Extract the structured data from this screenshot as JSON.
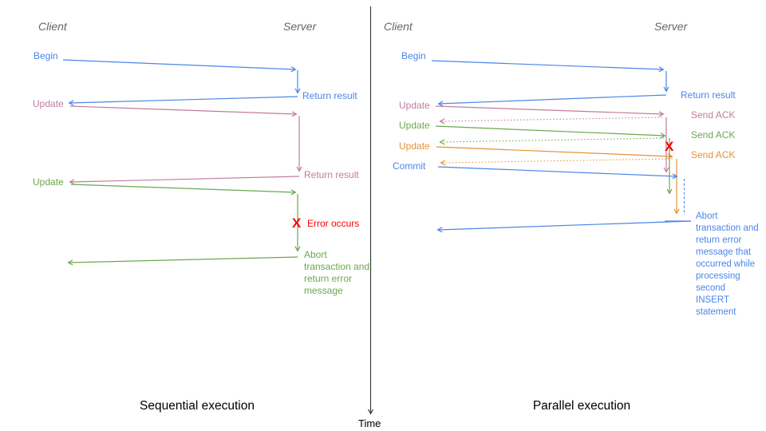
{
  "colors": {
    "blue": "#4a86e8",
    "pink": "#c27ba0",
    "green": "#6aa84f",
    "orange": "#e69138",
    "red": "#ff0000",
    "axis": "#3c3c3c",
    "header": "#666666",
    "text": "#000000"
  },
  "time_label": "Time",
  "left": {
    "title": "Sequential execution",
    "client": "Client",
    "server": "Server",
    "begin": "Begin",
    "return_result_1": "Return result",
    "update_1": "Update",
    "return_result_2": "Return result",
    "update_2": "Update",
    "error_x": "X",
    "error_label": "Error occurs",
    "abort_label": "Abort transaction and return error message"
  },
  "right": {
    "title": "Parallel execution",
    "client": "Client",
    "server": "Server",
    "begin": "Begin",
    "return_result": "Return result",
    "update_1": "Update",
    "send_ack_1": "Send ACK",
    "update_2": "Update",
    "send_ack_2": "Send ACK",
    "update_3": "Update",
    "send_ack_3": "Send ACK",
    "commit": "Commit",
    "error_x": "X",
    "abort_label": "Abort transaction and return error message that occurred while processing second INSERT statement"
  }
}
